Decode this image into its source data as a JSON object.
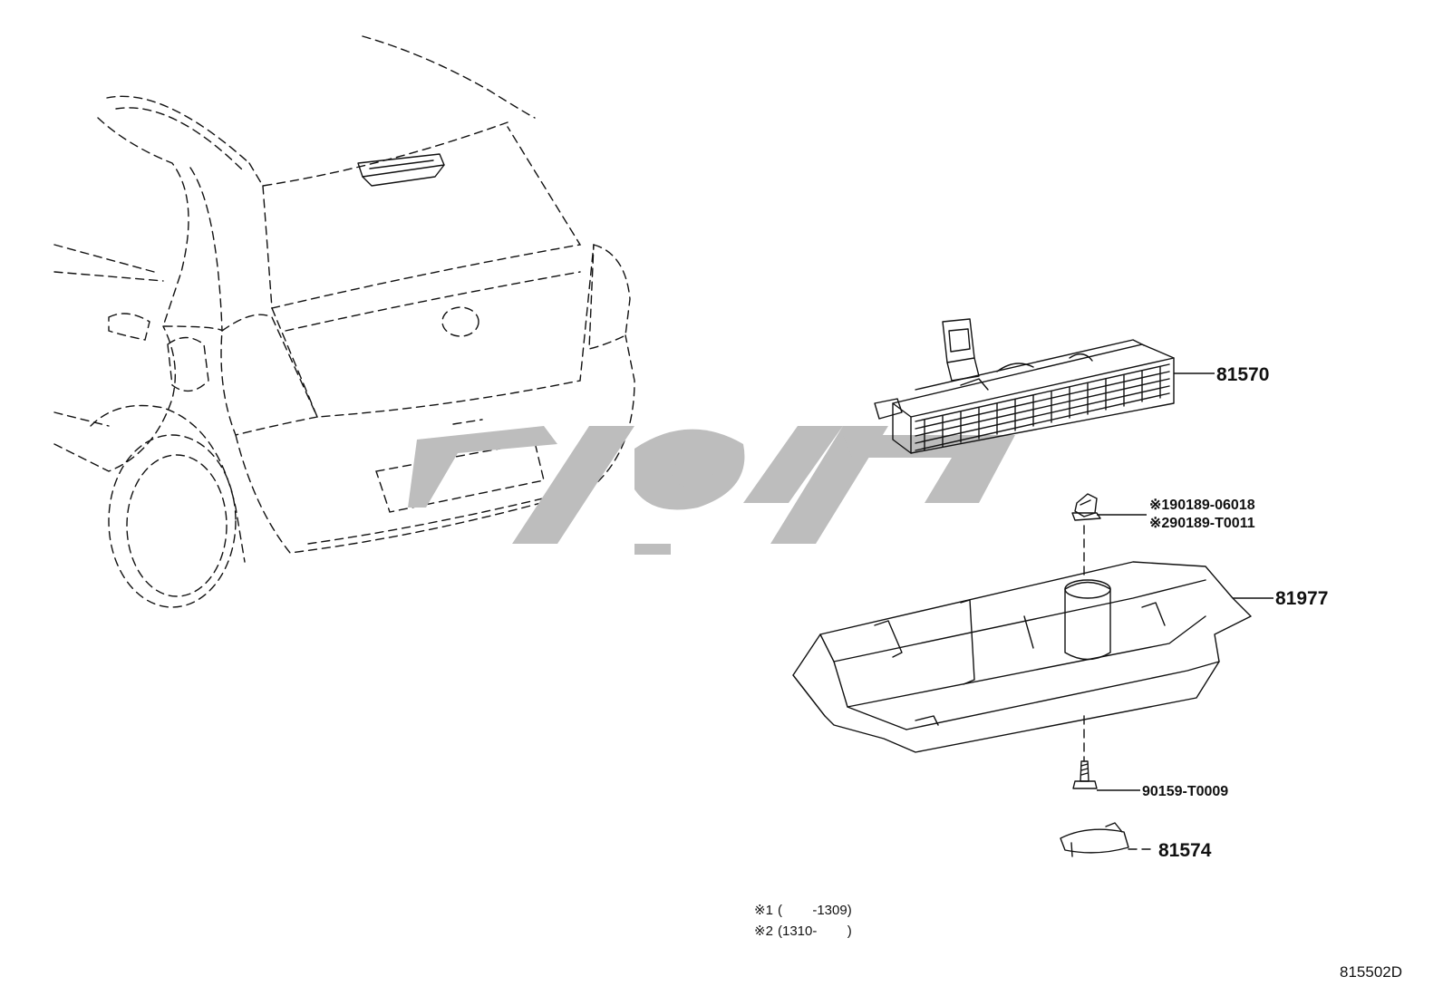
{
  "diagram_code": "815502D",
  "colors": {
    "line": "#111111",
    "watermark": "#bdbdbd",
    "background": "#ffffff"
  },
  "parts": [
    {
      "id": "high-mount-stop-lamp",
      "number": "81570"
    },
    {
      "id": "lamp-cover-housing",
      "number": "81977"
    },
    {
      "id": "clip-nut",
      "numbers": [
        "※190189-06018",
        "※290189-T0011"
      ]
    },
    {
      "id": "screw",
      "number": "90159-T0009"
    },
    {
      "id": "cap",
      "number": "81574"
    }
  ],
  "notes": [
    {
      "mark": "※1",
      "range": "(        -1309)"
    },
    {
      "mark": "※2",
      "range": "(1310-        )"
    }
  ]
}
